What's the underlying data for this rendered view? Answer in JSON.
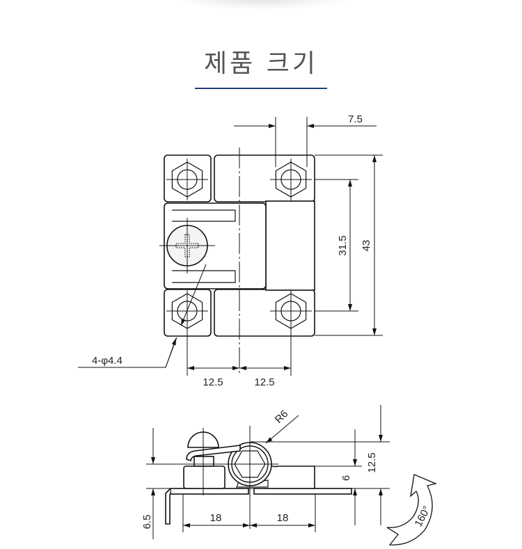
{
  "header": {
    "title": "제품 크기",
    "accent_color": "#1d3f7e"
  },
  "top_view": {
    "dim_hole_width": "7.5",
    "dim_hole_pitch_vertical": "31.5",
    "dim_total_height": "43",
    "dim_left_pitch": "12.5",
    "dim_right_pitch": "12.5",
    "hole_note": "4-φ4.4"
  },
  "side_view": {
    "dim_radius": "R6",
    "dim_total_thickness": "12.5",
    "dim_leaf_height": "6",
    "dim_tab_depth": "6.5",
    "dim_left_span": "18",
    "dim_right_span": "18",
    "rotation_angle": "160°"
  }
}
